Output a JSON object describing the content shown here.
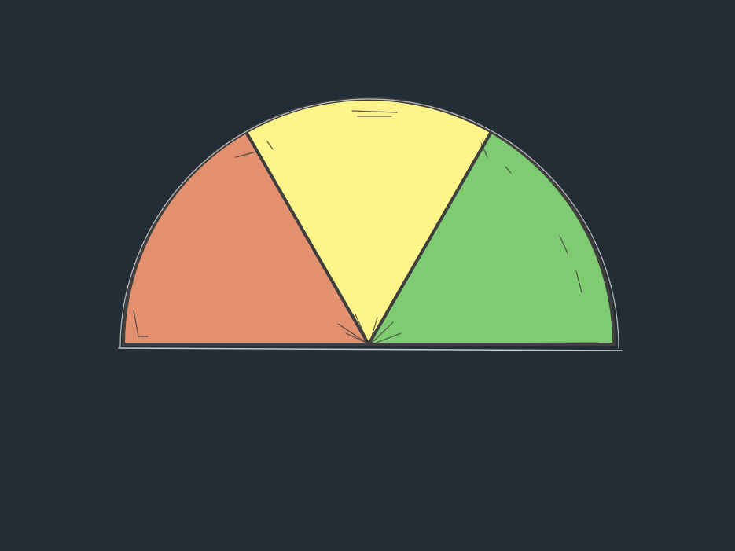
{
  "background_color": "#232d35",
  "outline_color": "#3f3f3f",
  "chart_data": {
    "type": "pie",
    "subtype": "half-donut-gauge",
    "segments": [
      {
        "value": 1,
        "color": "#e3906f"
      },
      {
        "value": 1,
        "color": "#fff489"
      },
      {
        "value": 1,
        "color": "#7ecb72"
      }
    ],
    "needle": false,
    "labels_shown": false,
    "legend": "none",
    "grid": false
  }
}
